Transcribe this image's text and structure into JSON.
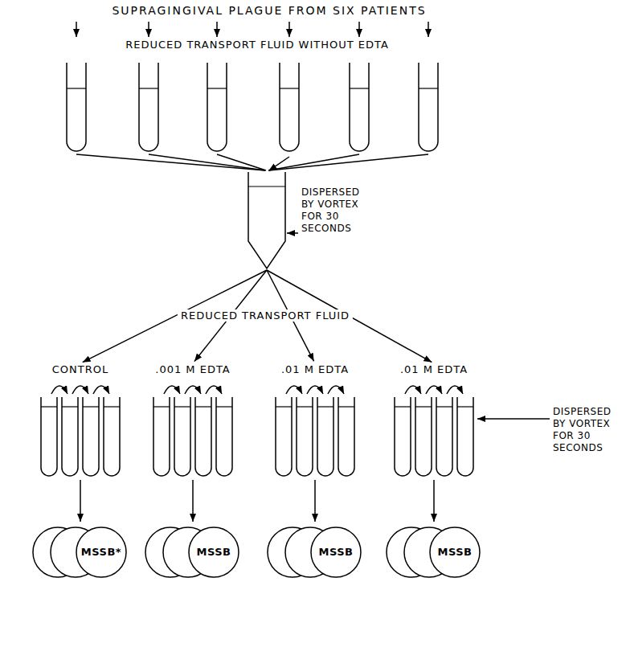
{
  "diagram": {
    "title": "SUPRAGINGIVAL PLAGUE FROM SIX PATIENTS",
    "nodes": [
      {
        "text": [
          "REDUCED TRANSPORT FLUID WITHOUT EDTA"
        ]
      },
      {
        "text": [
          "DISPERSED BY VORTEX FOR 30 SECONDS"
        ]
      },
      {
        "text": [
          "CONTROL"
        ]
      },
      {
        "text": [
          ".001 M EDTA"
        ]
      },
      {
        "text": [
          ".01 M EDTA"
        ]
      },
      {
        "text": [
          ".01 M EDTA"
        ]
      },
      {
        "text": [
          "MSSB*"
        ]
      },
      {
        "text": [
          "MSSB"
        ]
      },
      {
        "text": [
          "MSSB"
        ]
      },
      {
        "text": [
          "MSSB"
        ]
      }
    ],
    "edges": [
      {
        "from": 0,
        "to": 1,
        "arrow": "to"
      },
      {
        "from": 1,
        "to": 2,
        "arrow": "to"
      },
      {
        "from": 1,
        "to": 3,
        "arrow": "to"
      },
      {
        "from": 1,
        "to": 4,
        "arrow": "to"
      },
      {
        "from": 1,
        "to": 5,
        "arrow": "to"
      },
      {
        "from": 2,
        "to": 6,
        "arrow": "to"
      },
      {
        "from": 3,
        "to": 7,
        "arrow": "to"
      },
      {
        "from": 4,
        "to": 8,
        "arrow": "to"
      },
      {
        "from": 5,
        "to": 9,
        "arrow": "to"
      }
    ],
    "labels": [
      "REDUCED TRANSPORT FLUID",
      "DISPERSED BY VORTEX FOR 30 SECONDS"
    ]
  }
}
